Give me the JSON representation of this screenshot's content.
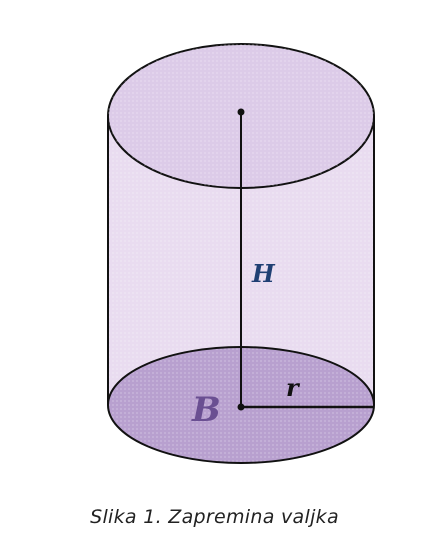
{
  "figure": {
    "height_label": "H",
    "radius_label": "r",
    "base_label": "B",
    "caption": "Slika 1. Zapremina valjka"
  },
  "colors": {
    "body_fill": "#e9dcf0",
    "top_fill": "#dccbe8",
    "base_fill": "#b8a0cf",
    "outline": "#111111",
    "height_label_color": "#1f3f73",
    "radius_label_color": "#111111",
    "base_label_color": "#6a4f92"
  }
}
